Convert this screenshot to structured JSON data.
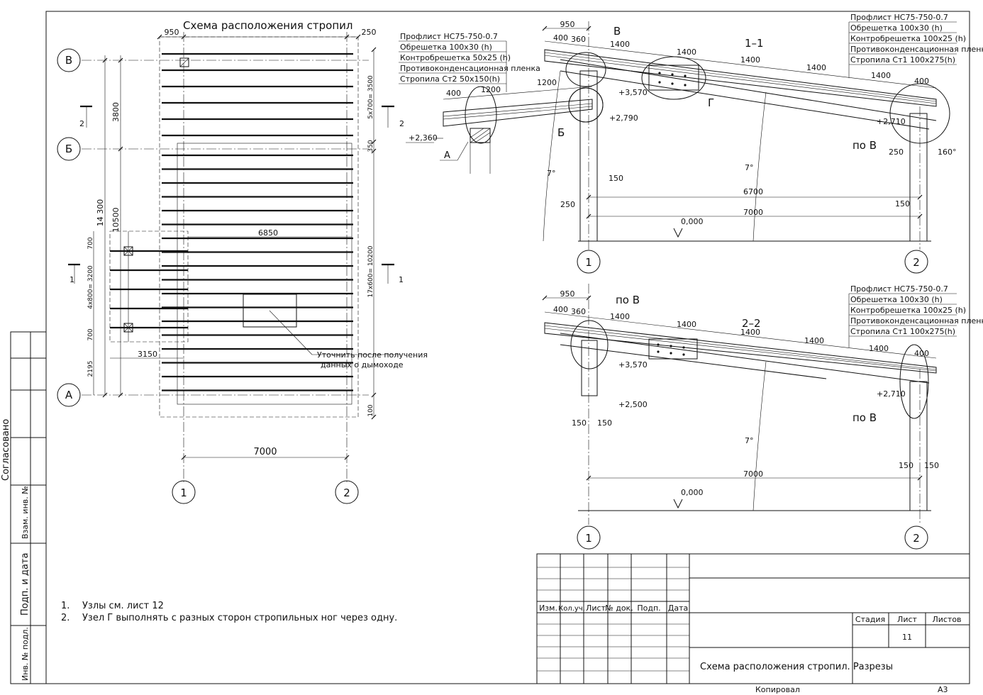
{
  "plan": {
    "title": "Схема расположения стропил",
    "axes": {
      "v1": "1",
      "v2": "2",
      "hV": "В",
      "hB": "Б",
      "hA": "А"
    },
    "dims": {
      "top_left": "950",
      "top_right": "250",
      "span_7000": "7000",
      "span_6850": "6850",
      "span_3150": "3150",
      "v_3800": "3800",
      "v_14300": "14 300",
      "v_10500": "10500",
      "v_5x700": "5х700= 3500",
      "v_350": "350",
      "v_17x600": "17х600= 10200",
      "v_100": "100",
      "v_700a": "700",
      "v_4x800": "4х800= 3200",
      "v_700b": "700",
      "v_2195": "2195"
    },
    "section_marks": {
      "m2": "2",
      "m1": "1"
    },
    "note": [
      "Уточнить после получения",
      "данных о дымоходе"
    ]
  },
  "detail": {
    "labels": [
      "Профлист НС75-750-0.7",
      "Обрешетка 100х30 (h)",
      "Контробрешетка 50х25 (h)",
      "Противоконденсационная пленка",
      "Стропила Ст2 50х150(h)"
    ],
    "dims": {
      "d400": "400",
      "d1200a": "1200",
      "d1200b": "1200"
    },
    "elev": "+2,360",
    "node": "А"
  },
  "sec1": {
    "title": "1–1",
    "labels": [
      "Профлист НС75-750-0.7",
      "Обрешетка 100х30 (h)",
      "Контробрешетка 100х25 (h)",
      "Противоконденсационная пленка",
      "Стропила Ст1 100х275(h)"
    ],
    "dims": {
      "d950": "950",
      "d400": "400",
      "d360": "360",
      "d1400a": "1400",
      "d1400b": "1400",
      "d1400c": "1400",
      "d1400d": "1400",
      "d1400e": "1400",
      "d400r": "400",
      "d6700": "6700",
      "d7000": "7000",
      "d150a": "150",
      "d250a": "250",
      "d150b": "150",
      "d250b": "250",
      "angle": "160°"
    },
    "elevs": {
      "e3570": "+3,570",
      "e2790": "+2,790",
      "e2710": "+2,710",
      "e0": "0,000"
    },
    "nodes": {
      "v": "В",
      "b": "Б",
      "g": "Г",
      "poV": "по В"
    },
    "slope": "7°",
    "slope2": "7°",
    "axes": {
      "a1": "1",
      "a2": "2"
    }
  },
  "sec2": {
    "title": "2–2",
    "labels": [
      "Профлист НС75-750-0.7",
      "Обрешетка 100х30 (h)",
      "Контробрешетка 100х25 (h)",
      "Противоконденсационная пленка",
      "Стропила Ст1 100х275(h)"
    ],
    "dims": {
      "d950": "950",
      "d400": "400",
      "d360": "360",
      "d1400a": "1400",
      "d1400b": "1400",
      "d1400c": "1400",
      "d1400d": "1400",
      "d1400e": "1400",
      "d400r": "400",
      "d7000": "7000",
      "d150a": "150",
      "d150b": "150",
      "d150c": "150",
      "d150d": "150"
    },
    "elevs": {
      "e3570": "+3,570",
      "e2500": "+2,500",
      "e2710": "+2,710",
      "e0": "0,000"
    },
    "nodes": {
      "poV1": "по В",
      "poV2": "по В"
    },
    "slope": "7°",
    "axes": {
      "a1": "1",
      "a2": "2"
    }
  },
  "notes": [
    {
      "num": "1.",
      "text": "Узлы см. лист 12"
    },
    {
      "num": "2.",
      "text": "Узел Г выполнять с разных сторон стропильных ног через одну."
    }
  ],
  "side_stamp": {
    "agreed": "Согласовано",
    "inv_replace": "Взам. инв. №",
    "sign_date": "Подп. и дата",
    "inv_orig": "Инв. № подл."
  },
  "title_block": {
    "cols": [
      "Изм.",
      "Кол.уч.",
      "Лист",
      "№ док.",
      "Подп.",
      "Дата"
    ],
    "stage": "Стадия",
    "sheet": "Лист",
    "sheets": "Листов",
    "sheet_num": "11",
    "name": "Схема расположения стропил. Разрезы"
  },
  "footer": {
    "copied": "Копировал",
    "format": "А3"
  }
}
